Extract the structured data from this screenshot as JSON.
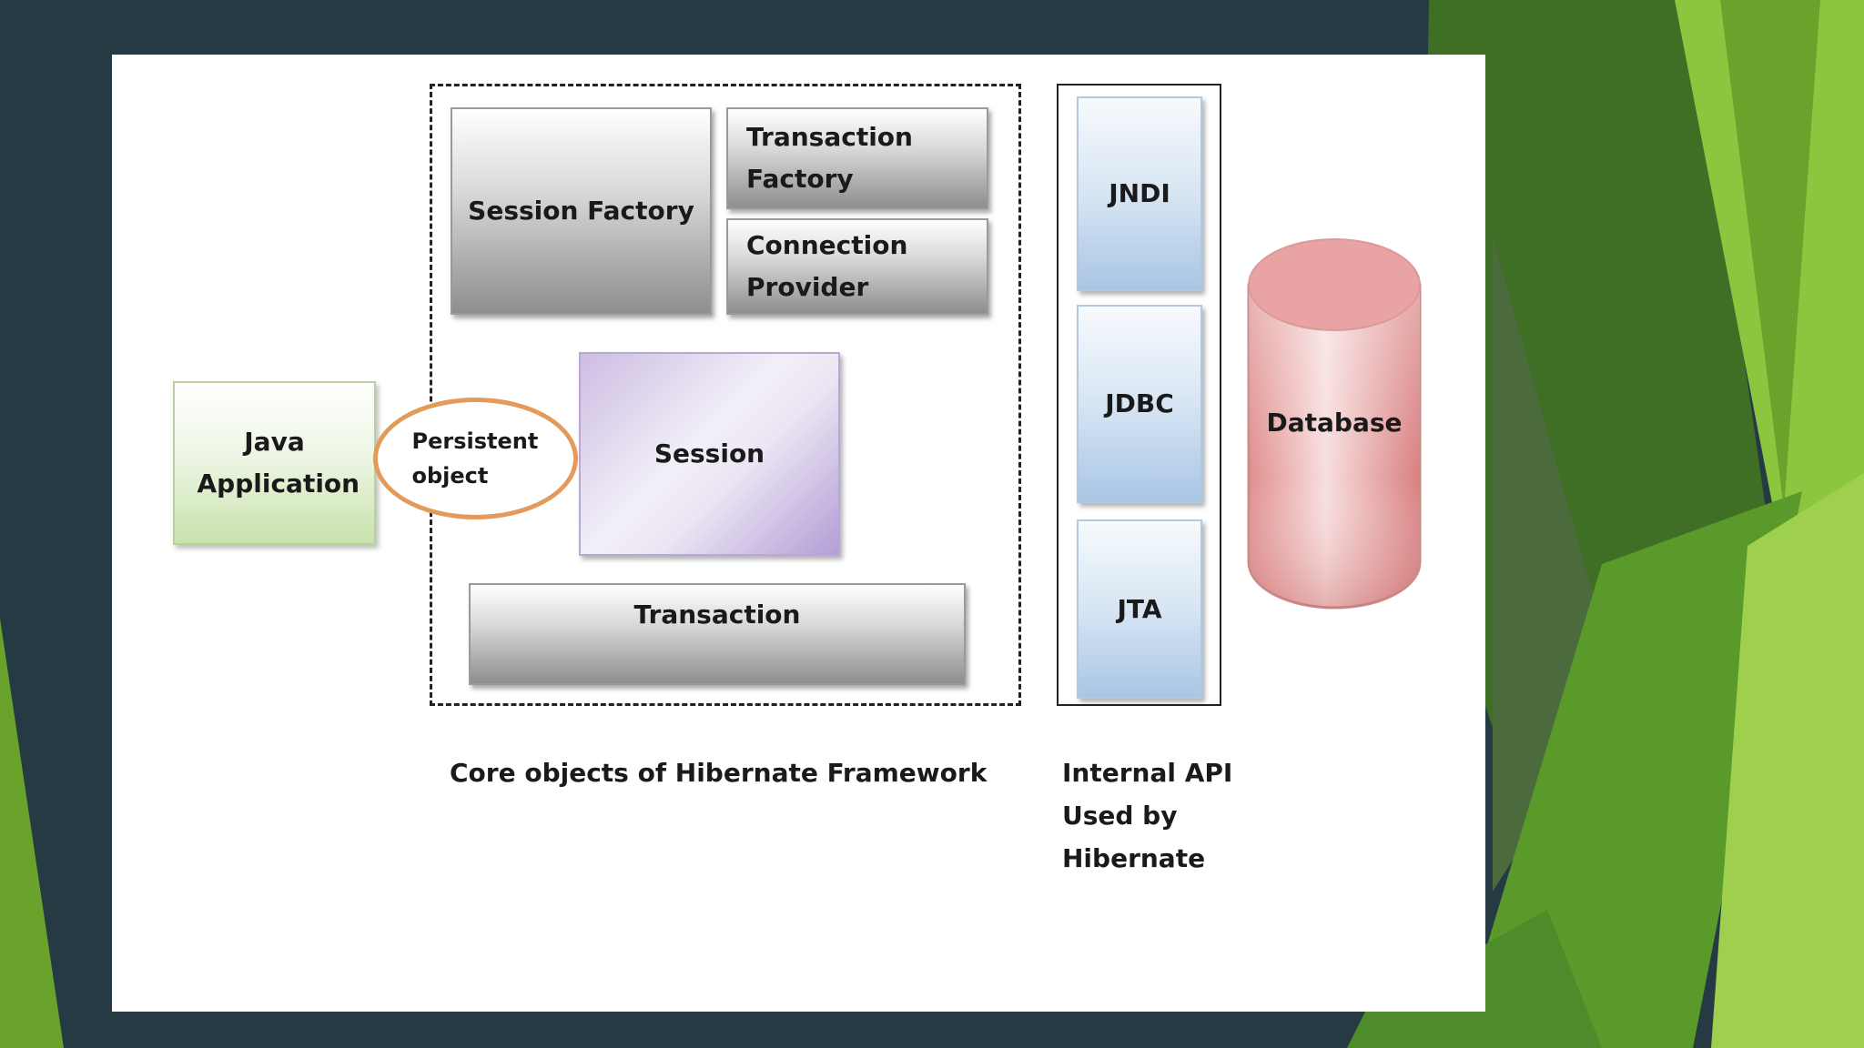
{
  "diagram": {
    "nodes": {
      "java_application": "Java Application",
      "persistent_object": "Persistent object",
      "session_factory": "Session Factory",
      "transaction_factory": "Transaction Factory",
      "connection_provider": "Connection Provider",
      "session": "Session",
      "transaction": "Transaction",
      "jndi": "JNDI",
      "jdbc": "JDBC",
      "jta": "JTA",
      "database": "Database"
    },
    "groups": {
      "core_caption": "Core objects of Hibernate Framework",
      "internal_caption": "Internal API Used by Hibernate"
    }
  },
  "colors": {
    "background_dark": "#263a44",
    "accent_green": "#8cc63f",
    "persistent_border": "#e39a5a",
    "database_fill": "#e9a3a3",
    "session_fill": "#c8b8e0",
    "java_app_fill": "#d4e8be"
  }
}
